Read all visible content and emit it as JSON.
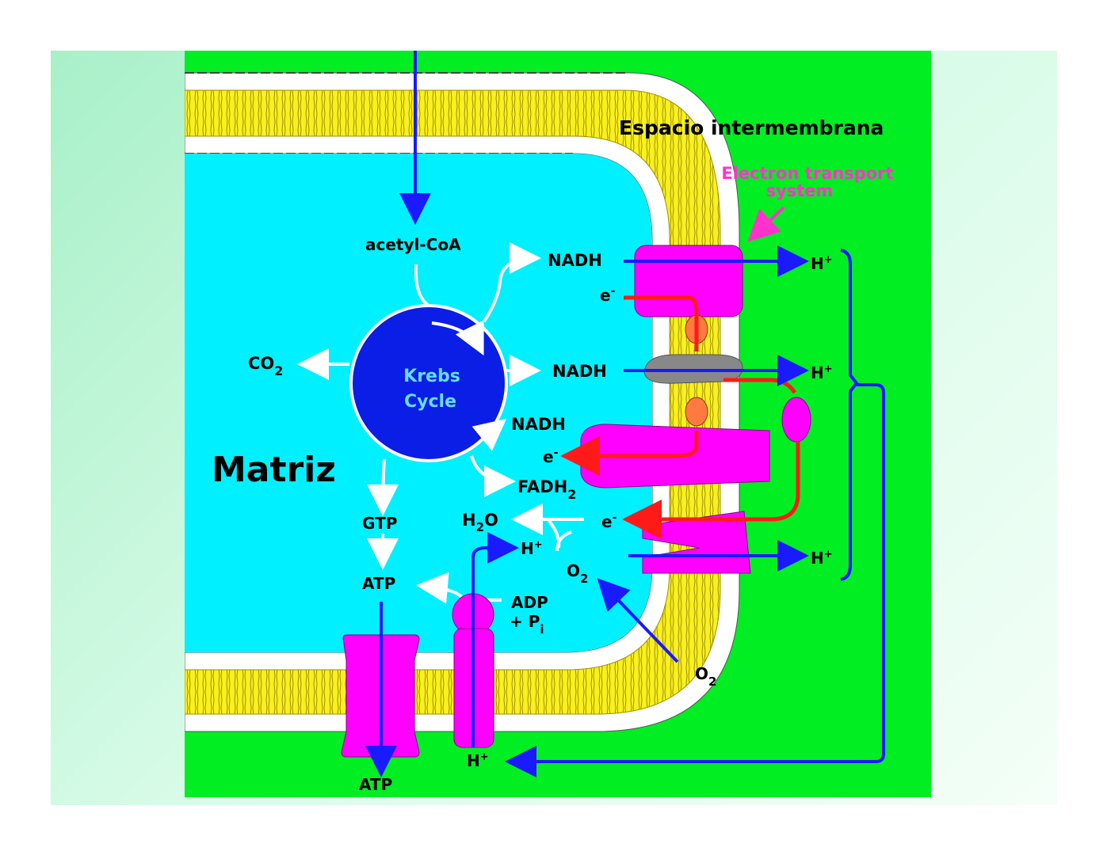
{
  "labels": {
    "intermembrane": "Espacio intermembrana",
    "ets_line1": "Electron transport",
    "ets_line2": "system",
    "matrix": "Matriz",
    "acetyl_coa": "acetyl-CoA",
    "krebs_line1": "Krebs",
    "krebs_line2": "Cycle",
    "nadh_1": "NADH",
    "nadh_2": "NADH",
    "nadh_3": "NADH",
    "fadh2": "FADH",
    "fadh2_sub": "2",
    "co2": "CO",
    "co2_sub": "2",
    "gtp": "GTP",
    "atp_1": "ATP",
    "atp_2": "ATP",
    "h2o_h": "H",
    "h2o_sub": "2",
    "h2o_o": "O",
    "e_1": "e",
    "e_2": "e",
    "e_3": "e",
    "e_sup": "-",
    "h_plus": "H",
    "h_sup": "+",
    "o2": "O",
    "o2_sub": "2",
    "adp": "ADP",
    "pi": "+ P",
    "pi_sub": "i"
  },
  "colors": {
    "membrane_yellow": "#f8f020",
    "matrix_cyan": "#00f0ff",
    "background_green": "#00ee22",
    "protein_magenta": "#ff00ff",
    "arrow_blue": "#1a1aff",
    "arrow_red": "#ff1a1a",
    "ets_label": "#ff33cc",
    "krebs_blue": "#0a1ee6"
  }
}
